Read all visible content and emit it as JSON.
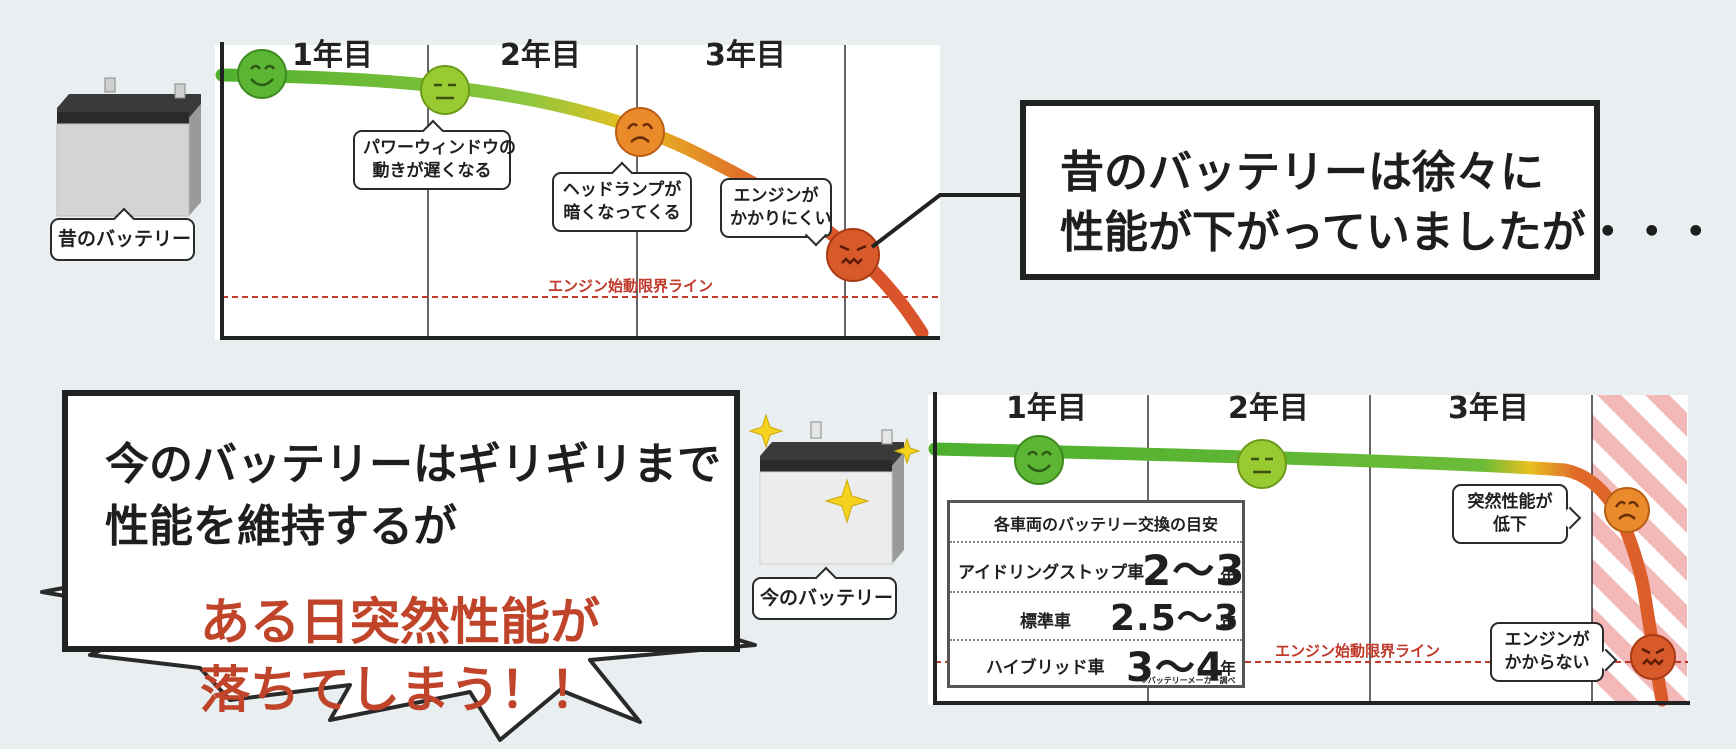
{
  "top": {
    "years": [
      "1年目",
      "2年目",
      "3年目"
    ],
    "battery_label": "昔のバッテリー",
    "callouts": [
      {
        "lines": [
          "パワーウィンドウの",
          "動きが遅くなる"
        ]
      },
      {
        "lines": [
          "ヘッドランプが",
          "暗くなってくる"
        ]
      },
      {
        "lines": [
          "エンジンが",
          "かかりにくい"
        ]
      }
    ],
    "limit_label": "エンジン始動限界ライン",
    "message": [
      "昔のバッテリーは徐々に",
      "性能が下がっていましたが・・・"
    ]
  },
  "bottom": {
    "years": [
      "1年目",
      "2年目",
      "3年目"
    ],
    "battery_label": "今のバッテリー",
    "callouts": [
      {
        "lines": [
          "突然性能が",
          "低下"
        ]
      },
      {
        "lines": [
          "エンジンが",
          "かからない"
        ]
      }
    ],
    "limit_label": "エンジン始動限界ライン",
    "message": [
      "今のバッテリーはギリギリまで",
      "性能を維持するが"
    ],
    "alert": [
      "ある日突然性能が",
      "落ちてしまう！！"
    ],
    "table": {
      "title": "各車両のバッテリー交換の目安",
      "rows": [
        {
          "name": "アイドリングストップ車",
          "value": "2〜3",
          "unit": "年"
        },
        {
          "name": "標準車",
          "value": "2.5〜3",
          "unit": "年"
        },
        {
          "name": "ハイブリッド車",
          "value": "3〜4",
          "unit": "年"
        }
      ],
      "note": "※バッテリーメーカー調べ"
    }
  },
  "colors": {
    "good": "#4caf2e",
    "mid": "#e8c020",
    "bad": "#d9542a",
    "limit": "#c0392b",
    "alert_text": "#c0442a",
    "hatch": "#f3b8b8"
  }
}
